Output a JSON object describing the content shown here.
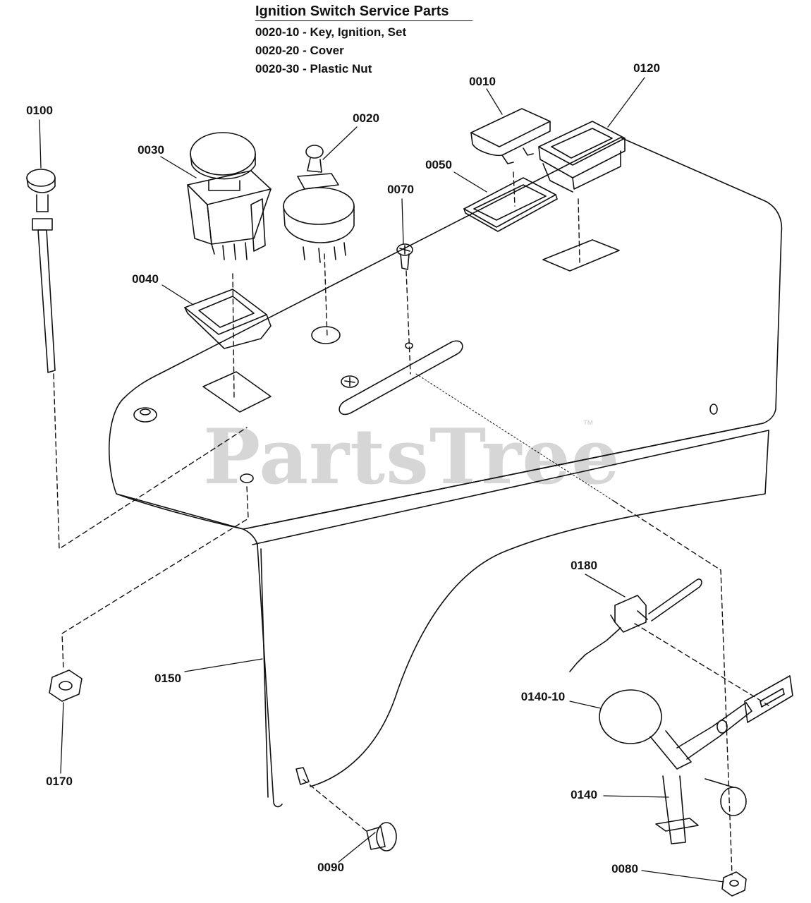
{
  "header": {
    "title": "Ignition Switch Service Parts",
    "lines": [
      "0020-10 - Key, Ignition, Set",
      "0020-20 - Cover",
      "0020-30 - Plastic Nut"
    ]
  },
  "watermark": {
    "text": "PartsTree",
    "tm": "™"
  },
  "callouts": [
    {
      "id": "0100",
      "label": "0100"
    },
    {
      "id": "0030",
      "label": "0030"
    },
    {
      "id": "0020",
      "label": "0020"
    },
    {
      "id": "0010",
      "label": "0010"
    },
    {
      "id": "0120",
      "label": "0120"
    },
    {
      "id": "0050",
      "label": "0050"
    },
    {
      "id": "0070",
      "label": "0070"
    },
    {
      "id": "0040",
      "label": "0040"
    },
    {
      "id": "0180",
      "label": "0180"
    },
    {
      "id": "0150",
      "label": "0150"
    },
    {
      "id": "0140-10",
      "label": "0140-10"
    },
    {
      "id": "0140",
      "label": "0140"
    },
    {
      "id": "0170",
      "label": "0170"
    },
    {
      "id": "0090",
      "label": "0090"
    },
    {
      "id": "0080",
      "label": "0080"
    }
  ],
  "colors": {
    "ink": "#111111",
    "watermark": "#d6d6d6",
    "paper": "#ffffff"
  }
}
